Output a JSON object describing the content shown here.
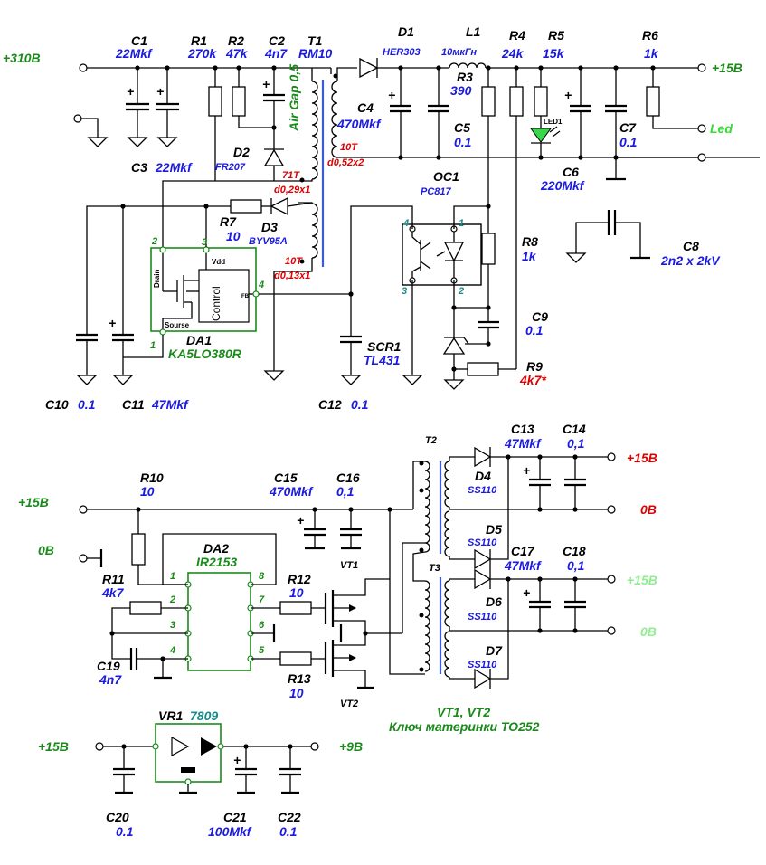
{
  "rails": {
    "in_310": "+310В",
    "out_15": "+15В",
    "led_out": "Led",
    "in_15a": "+15В",
    "gnd_0a": "0В",
    "out1_15": "+15В",
    "out1_0": "0В",
    "out2_15": "+15В",
    "out2_0": "0В",
    "in_15b": "+15В",
    "out_9": "+9В"
  },
  "components": [
    {
      "ref": "C1",
      "value": "22Mkf"
    },
    {
      "ref": "R1",
      "value": "270k"
    },
    {
      "ref": "R2",
      "value": "47k"
    },
    {
      "ref": "C2",
      "value": "4n7"
    },
    {
      "ref": "T1",
      "value": "RM10"
    },
    {
      "ref": "D1",
      "value": "HER303"
    },
    {
      "ref": "L1",
      "value": "10мкГн"
    },
    {
      "ref": "R4",
      "value": "24k"
    },
    {
      "ref": "R5",
      "value": "15k"
    },
    {
      "ref": "R6",
      "value": "1k"
    },
    {
      "ref": "R3",
      "value": "390"
    },
    {
      "ref": "C4",
      "value": "470Mkf"
    },
    {
      "ref": "C5",
      "value": "0.1"
    },
    {
      "ref": "C7",
      "value": "0.1"
    },
    {
      "ref": "C3",
      "value": "22Mkf"
    },
    {
      "ref": "D2",
      "value": "FR207"
    },
    {
      "ref": "C6",
      "value": "220Mkf"
    },
    {
      "ref": "OC1",
      "value": "PC817"
    },
    {
      "ref": "R7",
      "value": "10"
    },
    {
      "ref": "D3",
      "value": "BYV95A"
    },
    {
      "ref": "C8",
      "value": "2n2 x 2kV"
    },
    {
      "ref": "R8",
      "value": "1k"
    },
    {
      "ref": "DA1",
      "value": "KA5LO380R"
    },
    {
      "ref": "C9",
      "value": "0.1"
    },
    {
      "ref": "SCR1",
      "value": "TL431"
    },
    {
      "ref": "R9",
      "value": "4k7*"
    },
    {
      "ref": "C10",
      "value": "0.1"
    },
    {
      "ref": "C11",
      "value": "47Mkf"
    },
    {
      "ref": "C12",
      "value": "0.1"
    },
    {
      "ref": "R10",
      "value": "10"
    },
    {
      "ref": "C15",
      "value": "470Mkf"
    },
    {
      "ref": "C16",
      "value": "0,1"
    },
    {
      "ref": "C13",
      "value": "47Mkf"
    },
    {
      "ref": "C14",
      "value": "0,1"
    },
    {
      "ref": "D4",
      "value": "SS110"
    },
    {
      "ref": "D5",
      "value": "SS110"
    },
    {
      "ref": "DA2",
      "value": "IR2153"
    },
    {
      "ref": "C17",
      "value": "47Mkf"
    },
    {
      "ref": "C18",
      "value": "0,1"
    },
    {
      "ref": "R11",
      "value": "4k7"
    },
    {
      "ref": "R12",
      "value": "10"
    },
    {
      "ref": "D6",
      "value": "SS110"
    },
    {
      "ref": "C19",
      "value": "4n7"
    },
    {
      "ref": "R13",
      "value": "10"
    },
    {
      "ref": "D7",
      "value": "SS110"
    },
    {
      "ref": "VR1",
      "value": "7809"
    },
    {
      "ref": "C20",
      "value": "0.1"
    },
    {
      "ref": "C21",
      "value": "100Mkf"
    },
    {
      "ref": "C22",
      "value": "0.1"
    }
  ],
  "labels": {
    "air_gap": "Air Gap 0,5",
    "t1_w1_turns": "71T",
    "t1_w1_wire": "d0,29x1",
    "t1_w2_turns": "10T",
    "t1_w2_wire": "d0,52x2",
    "t1_w3_turns": "10T",
    "t1_w3_wire": "d0,13x1",
    "led1": "LED1",
    "drain": "Drain",
    "sourse": "Sourse",
    "vdd": "Vdd",
    "control": "Control",
    "fb": "FB",
    "t2": "T2",
    "t3": "T3",
    "vt1": "VT1",
    "vt2": "VT2",
    "vt_note_1": "VT1, VT2",
    "vt_note_2": "Ключ материнки TO252"
  },
  "pins": {
    "da1": [
      "2",
      "3",
      "4",
      "1"
    ],
    "oc1": [
      "4",
      "1",
      "3",
      "2"
    ],
    "da2_left": [
      "1",
      "2",
      "3",
      "4"
    ],
    "da2_right": [
      "8",
      "7",
      "6",
      "5"
    ]
  }
}
